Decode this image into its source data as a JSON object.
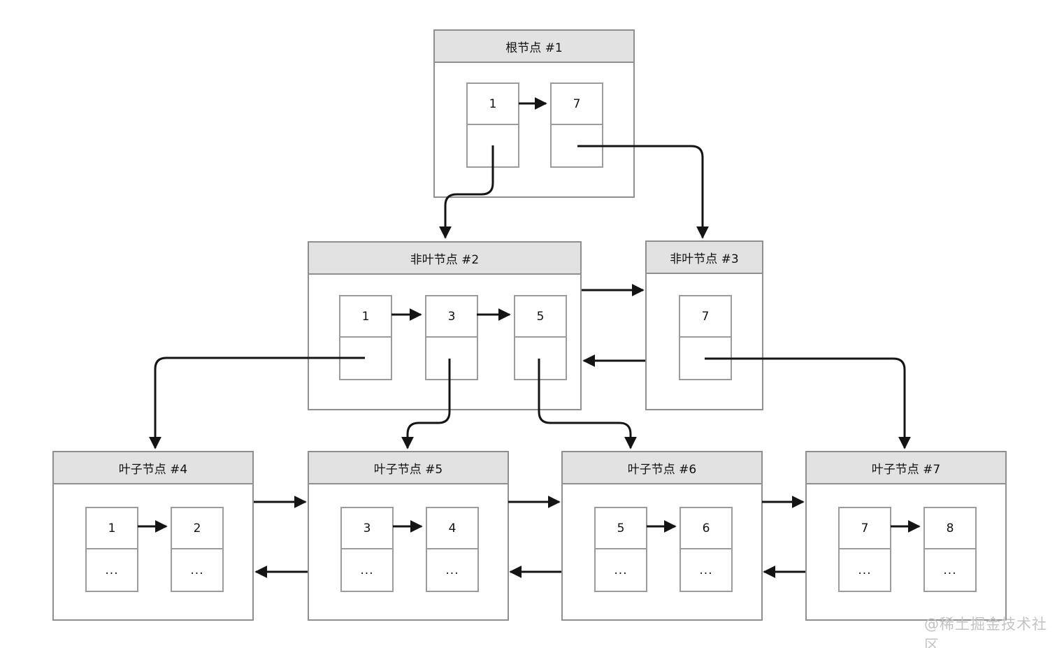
{
  "diagram_type": "b-plus-tree",
  "nodes": {
    "root": {
      "title": "根节点 #1",
      "cells": [
        {
          "key": "1",
          "ptr": ""
        },
        {
          "key": "7",
          "ptr": ""
        }
      ]
    },
    "internal2": {
      "title": "非叶节点 #2",
      "cells": [
        {
          "key": "1",
          "ptr": ""
        },
        {
          "key": "3",
          "ptr": ""
        },
        {
          "key": "5",
          "ptr": ""
        }
      ]
    },
    "internal3": {
      "title": "非叶节点 #3",
      "cells": [
        {
          "key": "7",
          "ptr": ""
        }
      ]
    },
    "leaf4": {
      "title": "叶子节点 #4",
      "cells": [
        {
          "key": "1",
          "ptr": "..."
        },
        {
          "key": "2",
          "ptr": "..."
        }
      ]
    },
    "leaf5": {
      "title": "叶子节点 #5",
      "cells": [
        {
          "key": "3",
          "ptr": "..."
        },
        {
          "key": "4",
          "ptr": "..."
        }
      ]
    },
    "leaf6": {
      "title": "叶子节点 #6",
      "cells": [
        {
          "key": "5",
          "ptr": "..."
        },
        {
          "key": "6",
          "ptr": "..."
        }
      ]
    },
    "leaf7": {
      "title": "叶子节点 #7",
      "cells": [
        {
          "key": "7",
          "ptr": "..."
        },
        {
          "key": "8",
          "ptr": "..."
        }
      ]
    }
  },
  "watermark": "@稀土掘金技术社区",
  "colors": {
    "background": "#ffffff",
    "node_border": "#8f8f8f",
    "cell_border": "#9b9b9b",
    "header_fill": "#e2e2e2",
    "connector": "#141414",
    "text": "#111111",
    "watermark": "#c3c3c3"
  }
}
